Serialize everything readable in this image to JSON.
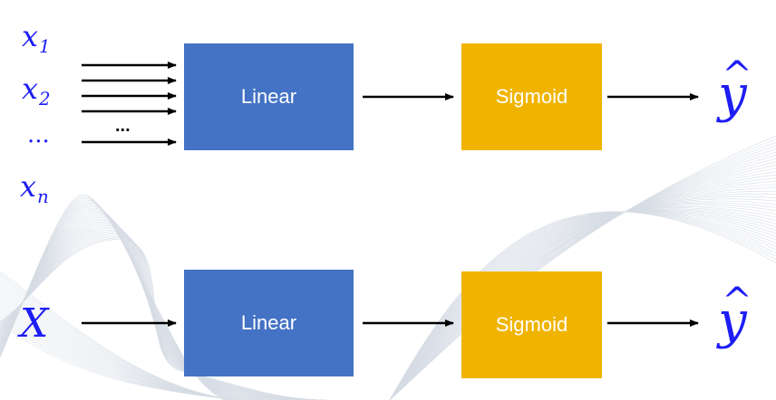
{
  "top_diagram": {
    "inputs": [
      {
        "base": "x",
        "sub": "1"
      },
      {
        "base": "x",
        "sub": "2"
      },
      {
        "base": "...",
        "sub": ""
      },
      {
        "base": "x",
        "sub": "n"
      }
    ],
    "arrow_ellipsis": "...",
    "linear_label": "Linear",
    "sigmoid_label": "Sigmoid",
    "output": {
      "base": "y",
      "hat": "^"
    }
  },
  "bottom_diagram": {
    "input": "X",
    "linear_label": "Linear",
    "sigmoid_label": "Sigmoid",
    "output": {
      "base": "y",
      "hat": "^"
    }
  },
  "colors": {
    "linear_box": "#4472c4",
    "sigmoid_box": "#f0b400",
    "math_text": "#1d1df5",
    "arrow": "#000000"
  }
}
